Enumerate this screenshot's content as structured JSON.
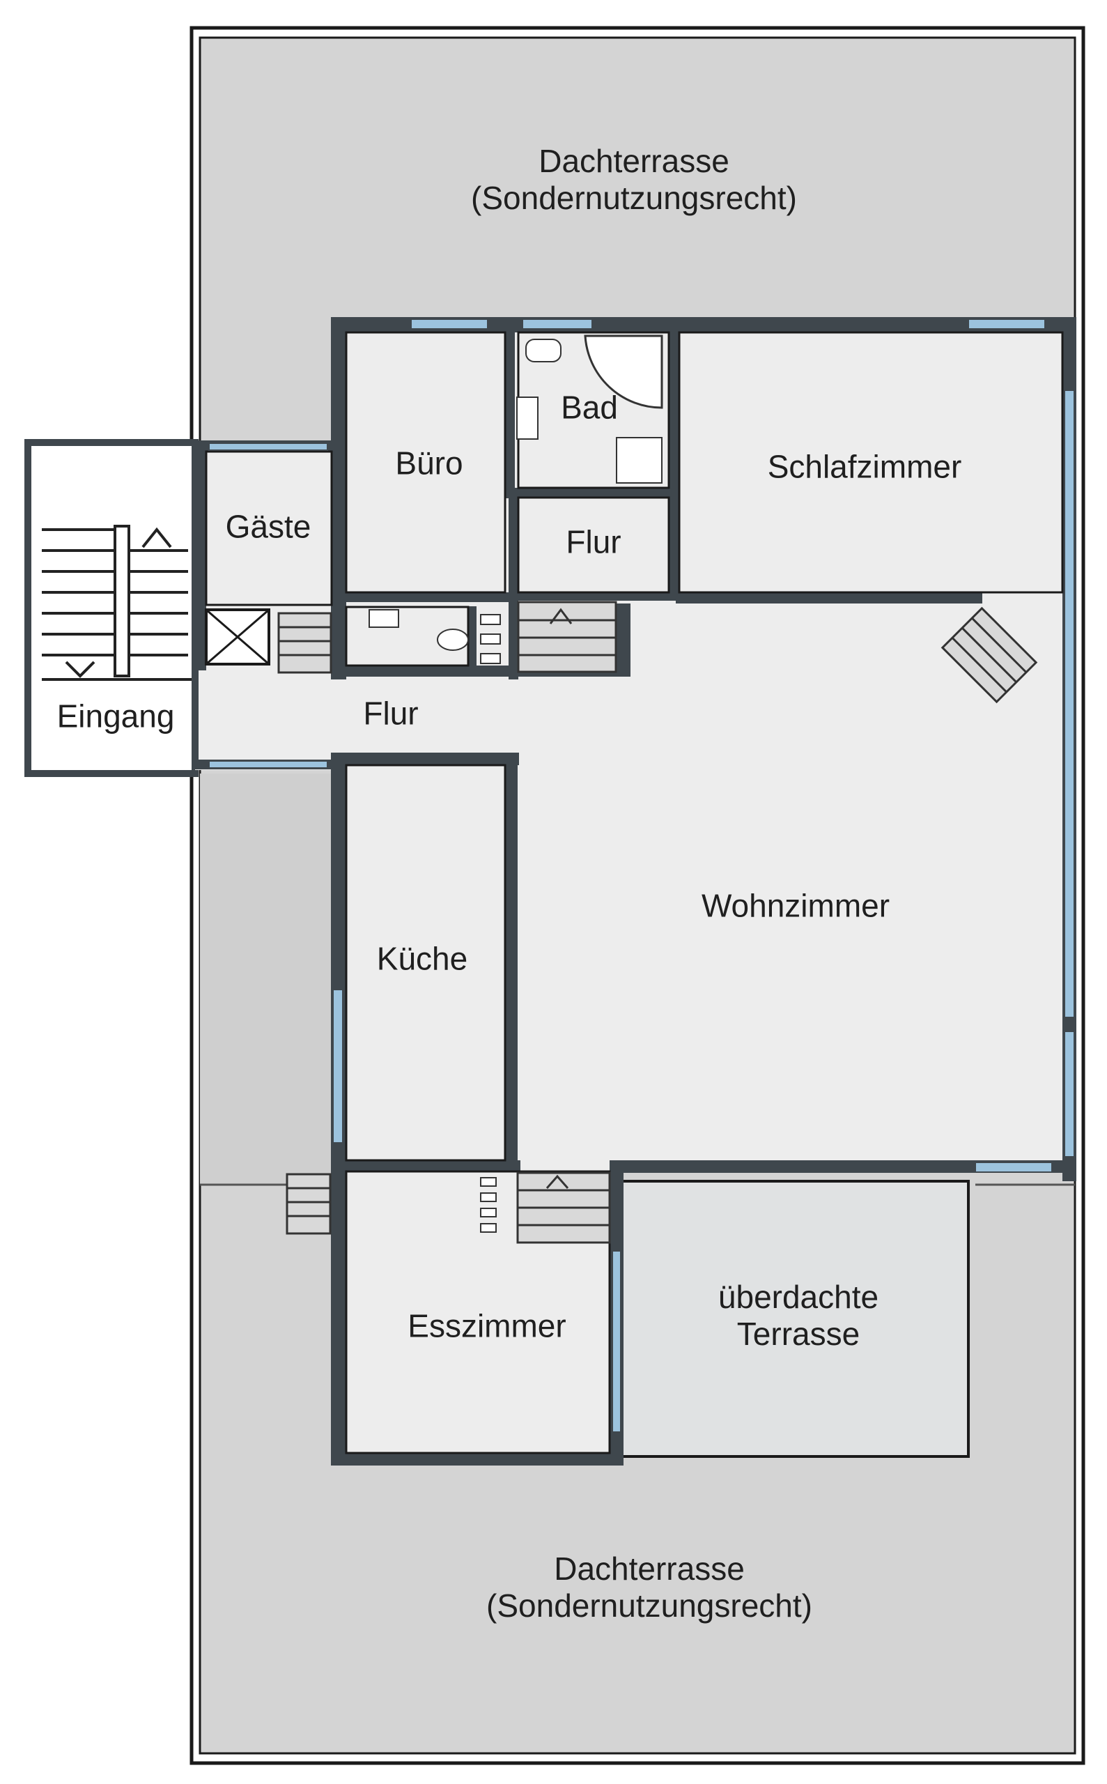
{
  "rooms": {
    "roof_terrace_top": {
      "line1": "Dachterrasse",
      "line2": "(Sondernutzungsrecht)"
    },
    "roof_terrace_bottom": {
      "line1": "Dachterrasse",
      "line2": "(Sondernutzungsrecht)"
    },
    "bad": "Bad",
    "buero": "Büro",
    "schlafzimmer": "Schlafzimmer",
    "gaeste": "Gäste",
    "flur_small": "Flur",
    "eingang": "Eingang",
    "flur_main": "Flur",
    "wohnzimmer": "Wohnzimmer",
    "kueche": "Küche",
    "esszimmer": "Esszimmer",
    "covered_terrace": {
      "line1": "überdachte",
      "line2": "Terrasse"
    }
  },
  "colors": {
    "wall": "#3f474d",
    "terrace": "#d4d4d4",
    "room_floor": "#ededed",
    "covered_terrace": "#e0e2e3",
    "window": "#9cc3de",
    "outline": "#1a1a1a"
  }
}
